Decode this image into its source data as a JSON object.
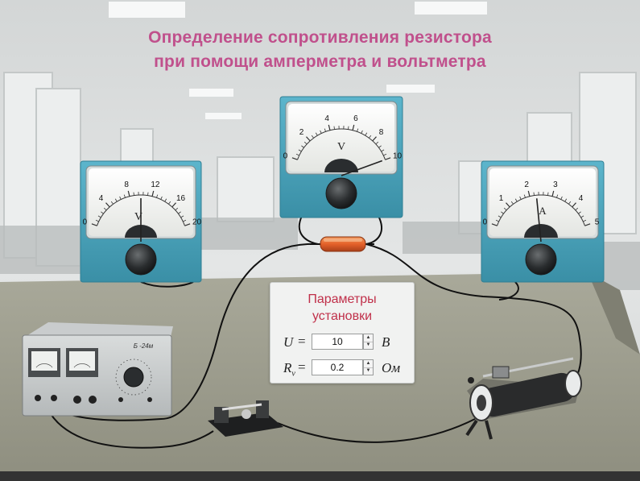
{
  "title": {
    "line1": "Определение сопротивления резистора",
    "line2": "при помощи амперметра и вольтметра"
  },
  "meters": {
    "left": {
      "symbol": "V",
      "ticks": [
        "0",
        "4",
        "8",
        "12",
        "16",
        "20"
      ],
      "reading": 10
    },
    "center": {
      "symbol": "V",
      "ticks": [
        "0",
        "2",
        "4",
        "6",
        "8",
        "10"
      ],
      "reading": 10
    },
    "right": {
      "symbol": "A",
      "ticks": [
        "0",
        "1",
        "2",
        "3",
        "4",
        "5"
      ],
      "reading": 2.3
    }
  },
  "power_supply": {
    "label": "Б -24м"
  },
  "params": {
    "heading_line1": "Параметры",
    "heading_line2": "установки",
    "u_label": "U",
    "u_eq": "=",
    "u_value": "10",
    "u_unit": "В",
    "r_label": "R",
    "r_sub": "v",
    "r_eq": "=",
    "r_value": "0.2",
    "r_unit": "Ом",
    "spin_up": "▲",
    "spin_down": "▼"
  },
  "colors": {
    "title": "#c0508c",
    "meter_housing": "#4fa6bd",
    "meter_face": "#f4f4f0",
    "resistor": "#e8662a",
    "params_heading": "#c0304a"
  }
}
